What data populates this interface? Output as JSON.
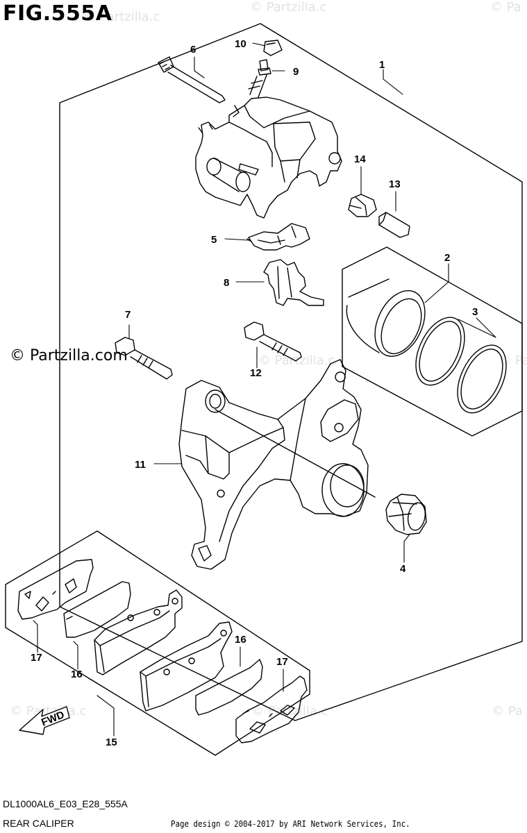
{
  "figure": {
    "title": "FIG.555A"
  },
  "watermark": {
    "text": "© Partzilla.com",
    "short": "© Partzilla.c",
    "edge": "© Pa"
  },
  "copyright": {
    "text": "© Partzilla.com"
  },
  "footer": {
    "code": "DL1000AL6_E03_E28_555A",
    "caption": "REAR CALIPER",
    "credit": "Page design © 2004-2017 by ARI Network Services, Inc."
  },
  "fwd_label": "FWD",
  "callouts": {
    "c1": "1",
    "c2": "2",
    "c3": "3",
    "c4": "4",
    "c5": "5",
    "c6": "6",
    "c7": "7",
    "c8": "8",
    "c9": "9",
    "c10": "10",
    "c11": "11",
    "c12": "12",
    "c13": "13",
    "c14": "14",
    "c15": "15",
    "c16a": "16",
    "c16b": "16",
    "c17a": "17",
    "c17b": "17"
  }
}
